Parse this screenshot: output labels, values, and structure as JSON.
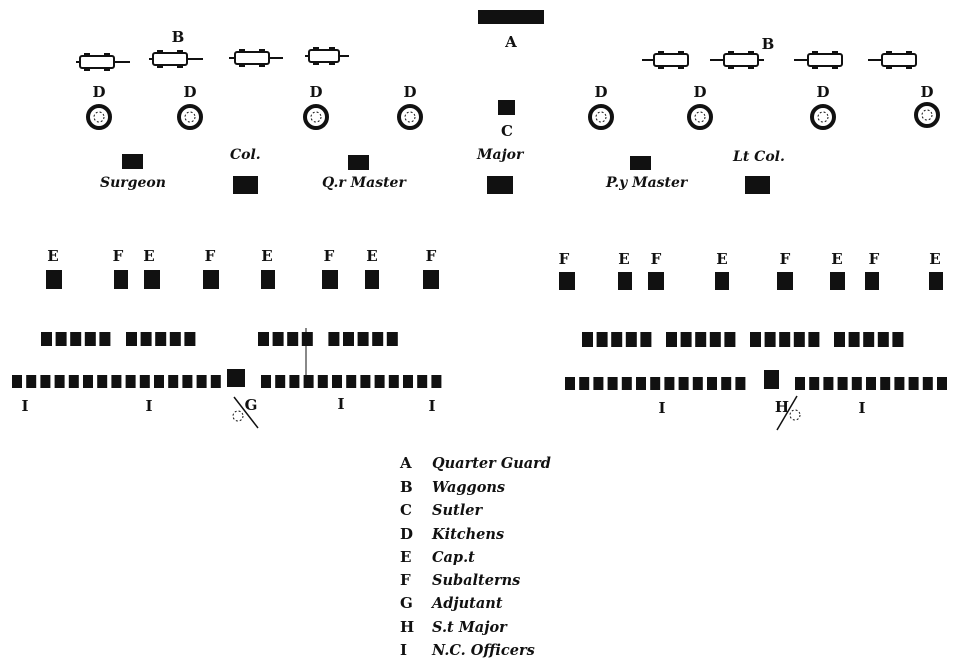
{
  "labels": {
    "A": "A",
    "B": "B",
    "C": "C",
    "D": "D",
    "E": "E",
    "F": "F",
    "G": "G",
    "H": "H",
    "I": "I"
  },
  "officers": {
    "surgeon": "Surgeon",
    "col": "Col.",
    "quarter_master": "Q.r Master",
    "major": "Major",
    "paymaster": "P.y Master",
    "lt_col": "Lt Col."
  },
  "legend": [
    {
      "letter": "A",
      "text": "Quarter Guard"
    },
    {
      "letter": "B",
      "text": "Waggons"
    },
    {
      "letter": "C",
      "text": "Sutler"
    },
    {
      "letter": "D",
      "text": "Kitchens"
    },
    {
      "letter": "E",
      "text": "Cap.t"
    },
    {
      "letter": "F",
      "text": "Subalterns"
    },
    {
      "letter": "G",
      "text": "Adjutant"
    },
    {
      "letter": "H",
      "text": "S.t Major"
    },
    {
      "letter": "I",
      "text": "N.C. Officers"
    }
  ],
  "colors": {
    "ink": "#111111",
    "paper": "#ffffff"
  },
  "icons": {
    "waggon": "waggon-icon",
    "kitchen": "kitchen-ring-icon",
    "tent": "tent-square-icon"
  }
}
